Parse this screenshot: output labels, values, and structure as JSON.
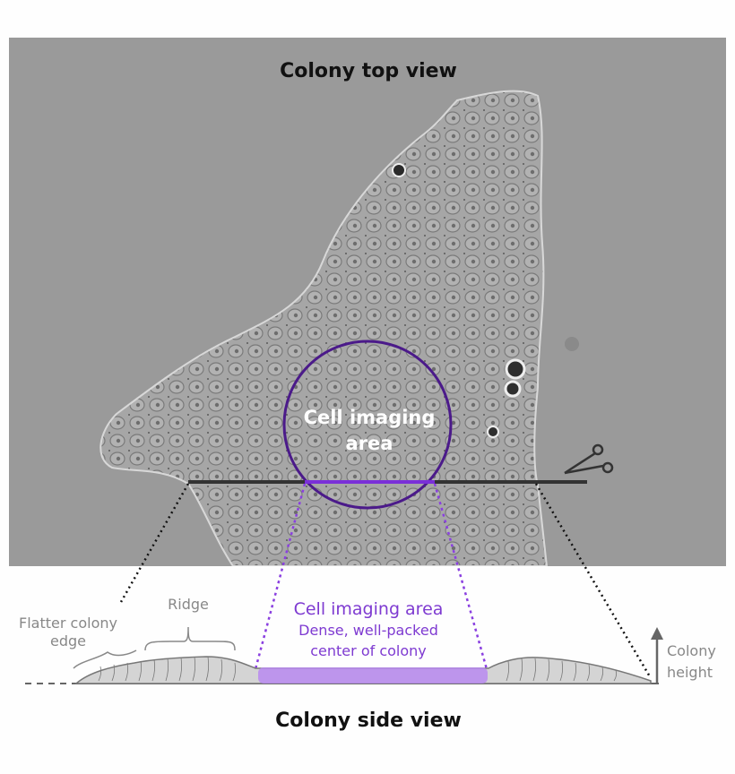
{
  "top_view_title": "Colony top view",
  "side_view_title": "Colony side view",
  "imaging_circle_label": [
    "Cell imaging",
    "area"
  ],
  "side_labels": {
    "flatter_edge": [
      "Flatter colony",
      "edge"
    ],
    "ridge": "Ridge",
    "imaging_area_title": "Cell imaging area",
    "imaging_area_desc": [
      "Dense, well-packed",
      "center of colony"
    ],
    "colony_height": [
      "Colony",
      "height"
    ]
  },
  "colors": {
    "background_micrograph": "#9a9a9a",
    "colony": "#a9a9a9",
    "circle": "#4b1a8a",
    "imaging_purple": "#8a3fe0",
    "side_profile": "#d4d4d4",
    "label_gray": "#888888"
  },
  "icons": [
    "scissors-icon",
    "height-arrow-icon"
  ]
}
